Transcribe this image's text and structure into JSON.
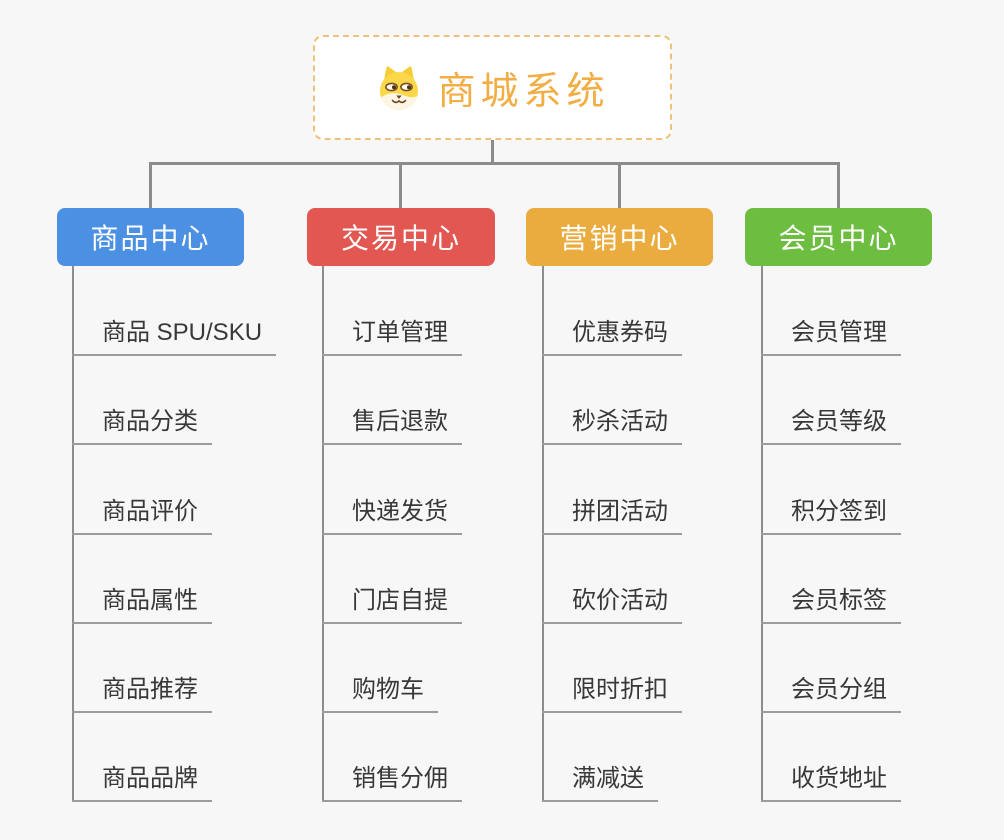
{
  "root": {
    "title": "商城系统",
    "icon": "dog-icon",
    "accent_color": "#f2ae44",
    "border_color": "#eec27c"
  },
  "connector_color": "#8c8c8c",
  "background_color": "#f7f7f7",
  "branches": [
    {
      "label": "商品中心",
      "color": "#4b90e2",
      "items": [
        "商品 SPU/SKU",
        "商品分类",
        "商品评价",
        "商品属性",
        "商品推荐",
        "商品品牌"
      ]
    },
    {
      "label": "交易中心",
      "color": "#e25752",
      "items": [
        "订单管理",
        "售后退款",
        "快递发货",
        "门店自提",
        "购物车",
        "销售分佣"
      ]
    },
    {
      "label": "营销中心",
      "color": "#eaac3e",
      "items": [
        "优惠券码",
        "秒杀活动",
        "拼团活动",
        "砍价活动",
        "限时折扣",
        "满减送"
      ]
    },
    {
      "label": "会员中心",
      "color": "#6dbe40",
      "items": [
        "会员管理",
        "会员等级",
        "积分签到",
        "会员标签",
        "会员分组",
        "收货地址"
      ]
    }
  ]
}
